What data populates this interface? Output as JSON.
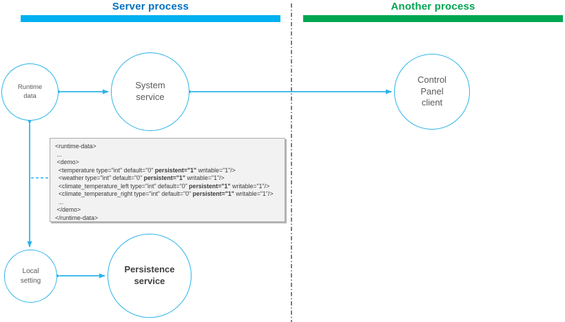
{
  "processes": {
    "server": {
      "title": "Server process",
      "title_color": "#0070C0",
      "bar_color": "#00B0F0"
    },
    "another": {
      "title": "Another process",
      "title_color": "#00A651",
      "bar_color": "#00A651"
    }
  },
  "nodes": {
    "runtime_data": {
      "lines": [
        "Runtime",
        "data"
      ]
    },
    "system_service": {
      "lines": [
        "System",
        "service"
      ]
    },
    "control_panel": {
      "lines": [
        "Control",
        "Panel",
        "client"
      ]
    },
    "local_setting": {
      "lines": [
        "Local",
        "setting"
      ]
    },
    "persistence_service": {
      "lines": [
        "Persistence",
        "service"
      ]
    }
  },
  "code_block": {
    "lines": [
      {
        "pre": "<runtime-data>",
        "bold": "",
        "post": ""
      },
      {
        "pre": " ...",
        "bold": "",
        "post": ""
      },
      {
        "pre": " <demo>",
        "bold": "",
        "post": ""
      },
      {
        "pre": "  <temperature type=\"int\" default=\"0\" ",
        "bold": "persistent=\"1\"",
        "post": " writable=\"1\"/>"
      },
      {
        "pre": "  <weather type=\"int\" default=\"0\" ",
        "bold": "persistent=\"1\"",
        "post": " writable=\"1\"/>"
      },
      {
        "pre": "  <climate_temperature_left type=\"int\" default=\"0\" ",
        "bold": "persistent=\"1\"",
        "post": " writable=\"1\"/>"
      },
      {
        "pre": "  <climate_temperature_right type=\"int\" default=\"0\" ",
        "bold": "persistent=\"1\"",
        "post": " writable=\"1\"/>"
      },
      {
        "pre": "  ...",
        "bold": "",
        "post": ""
      },
      {
        "pre": " </demo>",
        "bold": "",
        "post": ""
      },
      {
        "pre": "</runtime-data>",
        "bold": "",
        "post": ""
      }
    ]
  },
  "colors": {
    "arrow_cyan": "#2BB3EA",
    "separator_dark": "#3A4452",
    "node_text": "#595959",
    "code_bg": "#F2F2F2",
    "code_text": "#3B3B3B"
  }
}
